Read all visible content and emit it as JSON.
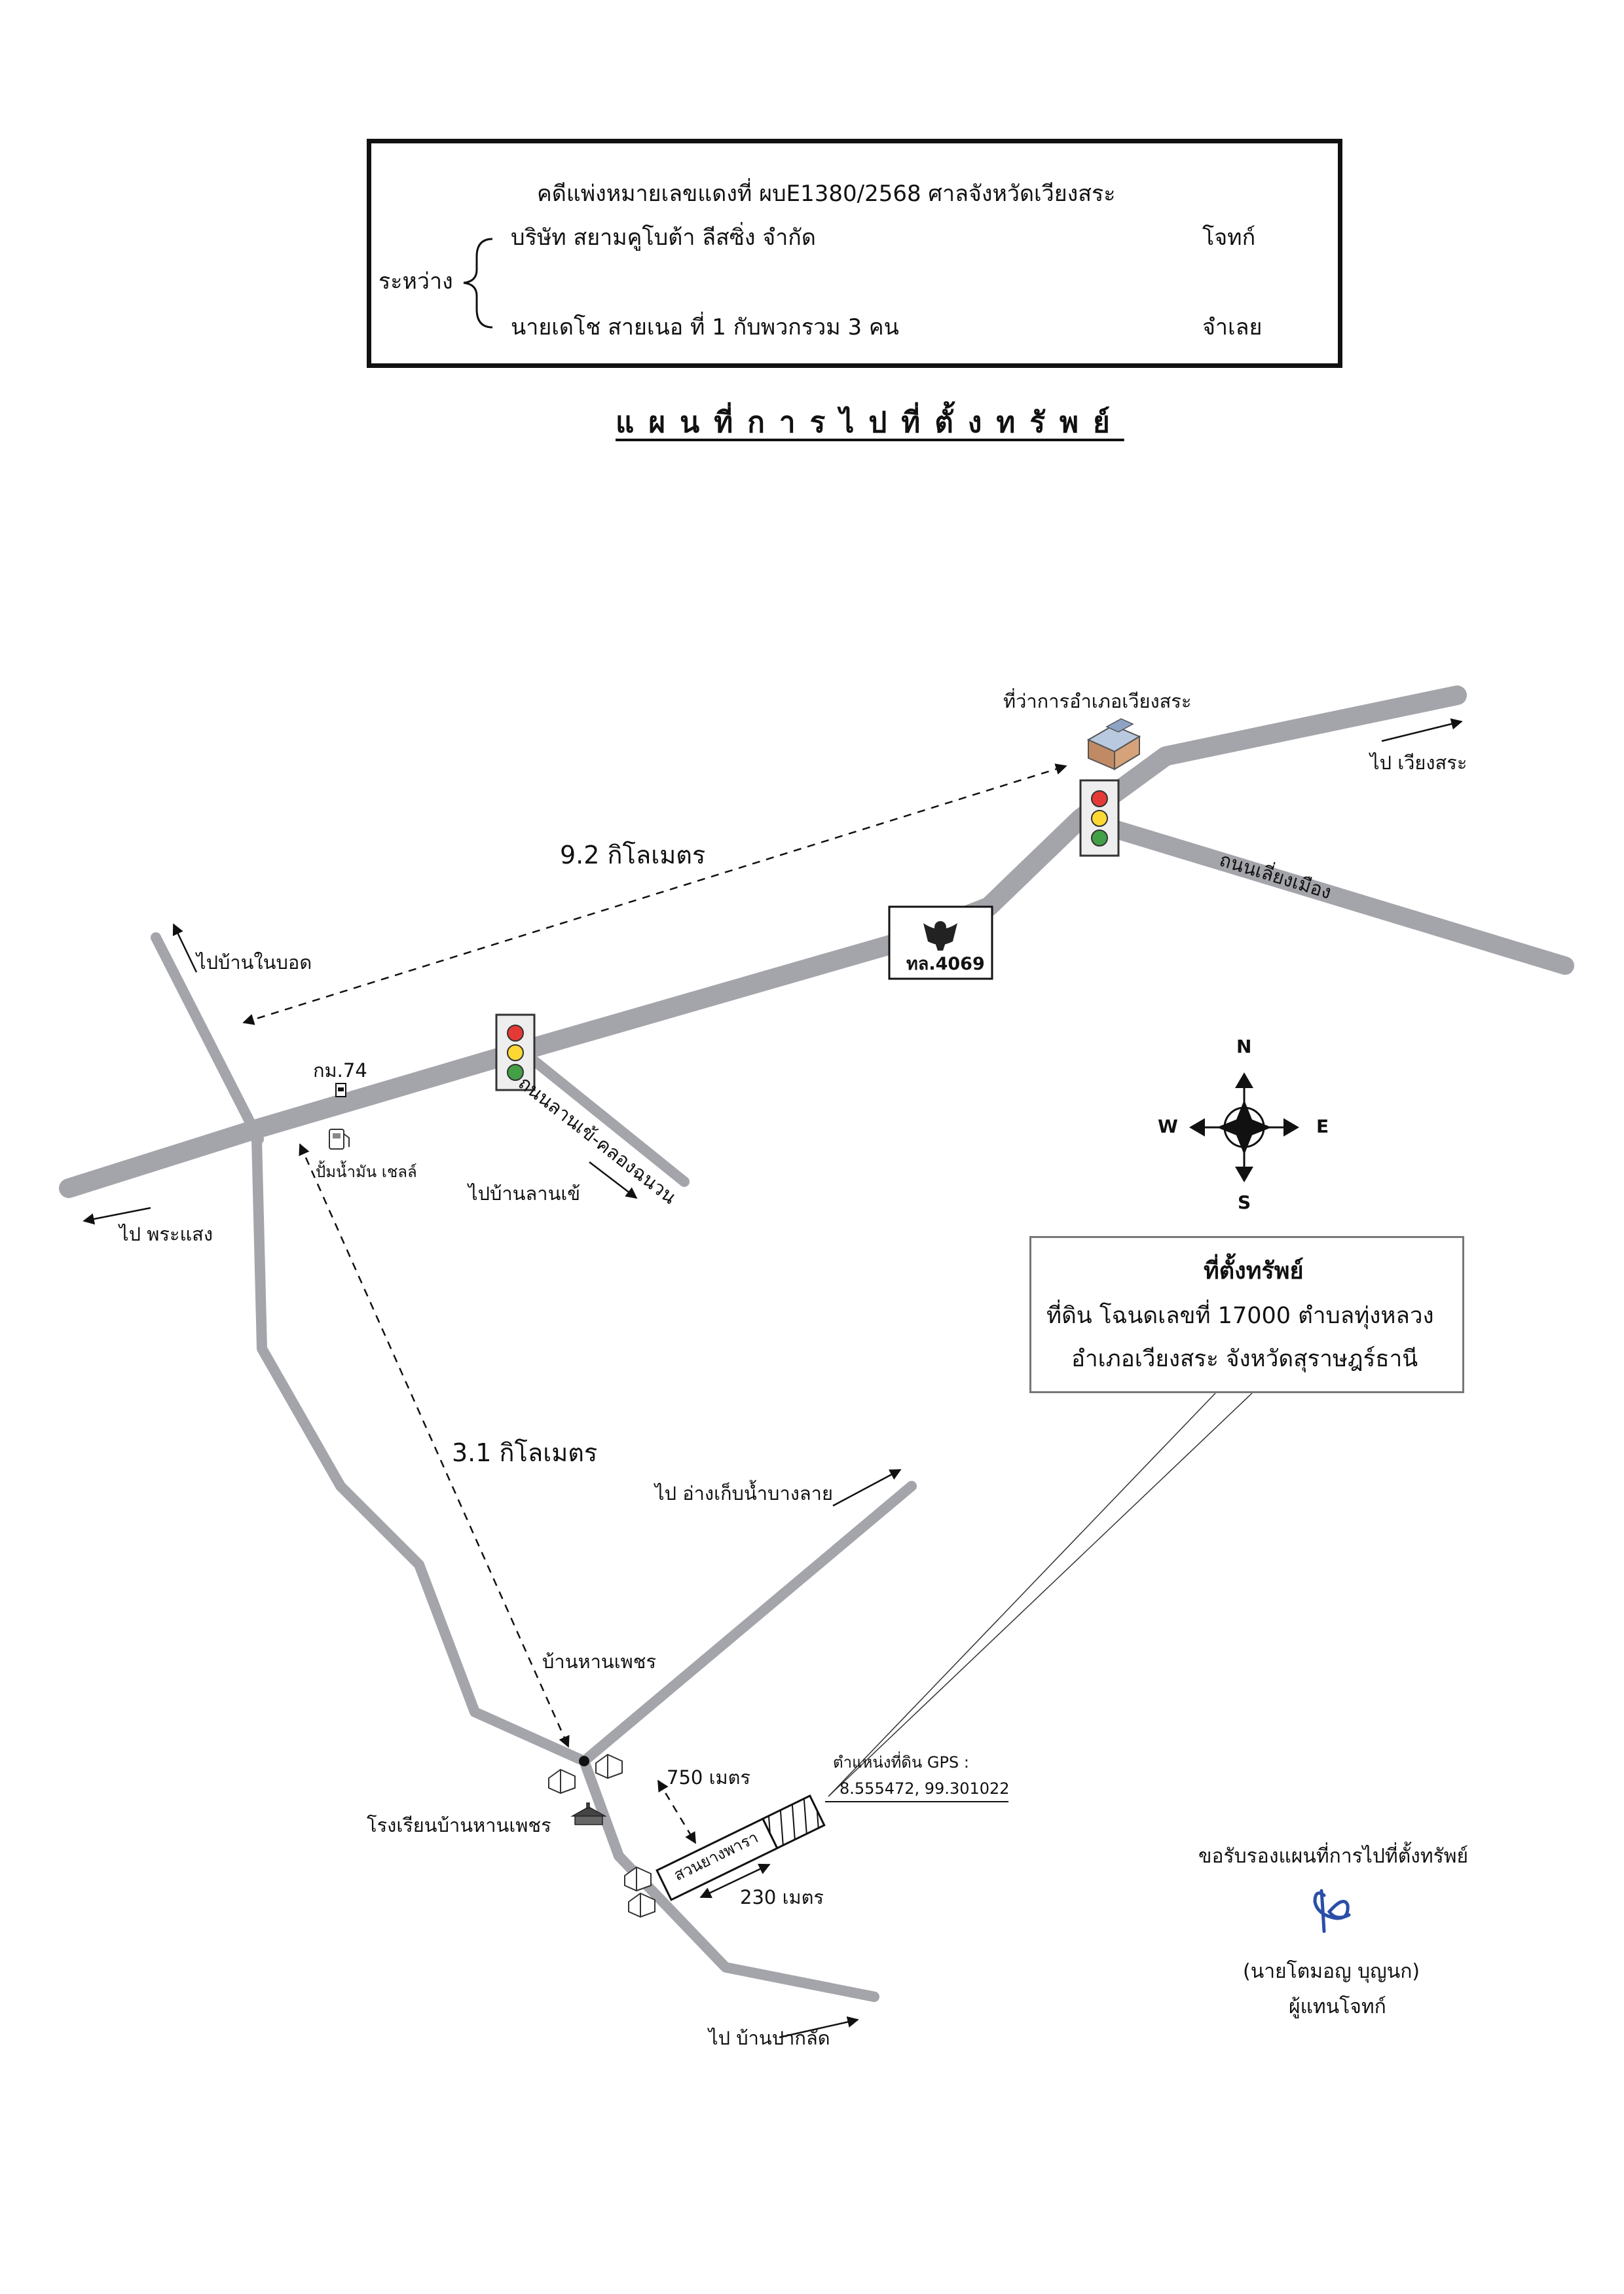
{
  "header": {
    "case_line": "คดีแพ่งหมายเลขแดงที่  ผบE1380/2568  ศาลจังหวัดเวียงสระ",
    "between_label": "ระหว่าง",
    "plaintiff_name": "บริษัท  สยามคูโบต้า  ลีสซิ่ง  จำกัด",
    "plaintiff_role": "โจทก์",
    "defendant_name": "นายเดโช  สายเนอ  ที่  1  กับพวกรวม  3  คน",
    "defendant_role": "จำเลย"
  },
  "title": "แผนที่การไปที่ตั้งทรัพย์",
  "places": {
    "district_office": "ที่ว่าการอำเภอเวียงสระ",
    "to_wiang_sa": "ไป  เวียงสระ",
    "bypass_road": "ถนนเลี่ยงเมือง",
    "highway": "ทล.4069",
    "to_ban_nai_bot": "ไปบ้านในบอด",
    "km_marker": "กม.74",
    "gas_station": "ปั้มน้ำมัน  เชลล์",
    "road_lan_se": "ถนนลานเข้-คลองฉนวน",
    "to_ban_lan_se": "ไปบ้านลานเข้",
    "to_phra_saeng": "ไป  พระแสง",
    "to_reservoir": "ไป  อ่างเก็บน้ำบางลาย",
    "village": "บ้านหานเพชร",
    "school": "โรงเรียนบ้านหานเพชร",
    "rubber": "สวนยางพารา",
    "to_pak_lat": "ไป  บ้านปากลัด"
  },
  "distances": {
    "d1": "9.2  กิโลเมตร",
    "d2": "3.1  กิโลเมตร",
    "d3": "750  เมตร",
    "d4": "230  เมตร"
  },
  "compass": {
    "n": "N",
    "s": "S",
    "e": "E",
    "w": "W"
  },
  "gps": {
    "label": "ตำแหน่งที่ดิน  GPS :",
    "value": "8.555472,  99.301022"
  },
  "location_box": {
    "title": "ที่ตั้งทรัพย์",
    "line1": "ที่ดิน  โฉนดเลขที่  17000  ตำบลทุ่งหลวง",
    "line2": "อำเภอเวียงสระ    จังหวัดสุราษฎร์ธานี"
  },
  "certification": {
    "text": "ขอรับรองแผนที่การไปที่ตั้งทรัพย์",
    "name": "(นายโตมอญ    บุญนก)",
    "role": "ผู้แทนโจทก์"
  },
  "colors": {
    "road": "#a4a4ab",
    "text": "#111111",
    "signature": "#2b4fa8",
    "traffic_red": "#e53935",
    "traffic_yellow": "#fdd835",
    "traffic_green": "#43a047"
  },
  "icons": [
    "traffic-light-icon",
    "garuda-emblem-icon",
    "district-office-icon",
    "gas-pump-icon",
    "km-marker-icon",
    "house-icon",
    "school-icon",
    "compass-rose-icon",
    "signature-mark"
  ]
}
